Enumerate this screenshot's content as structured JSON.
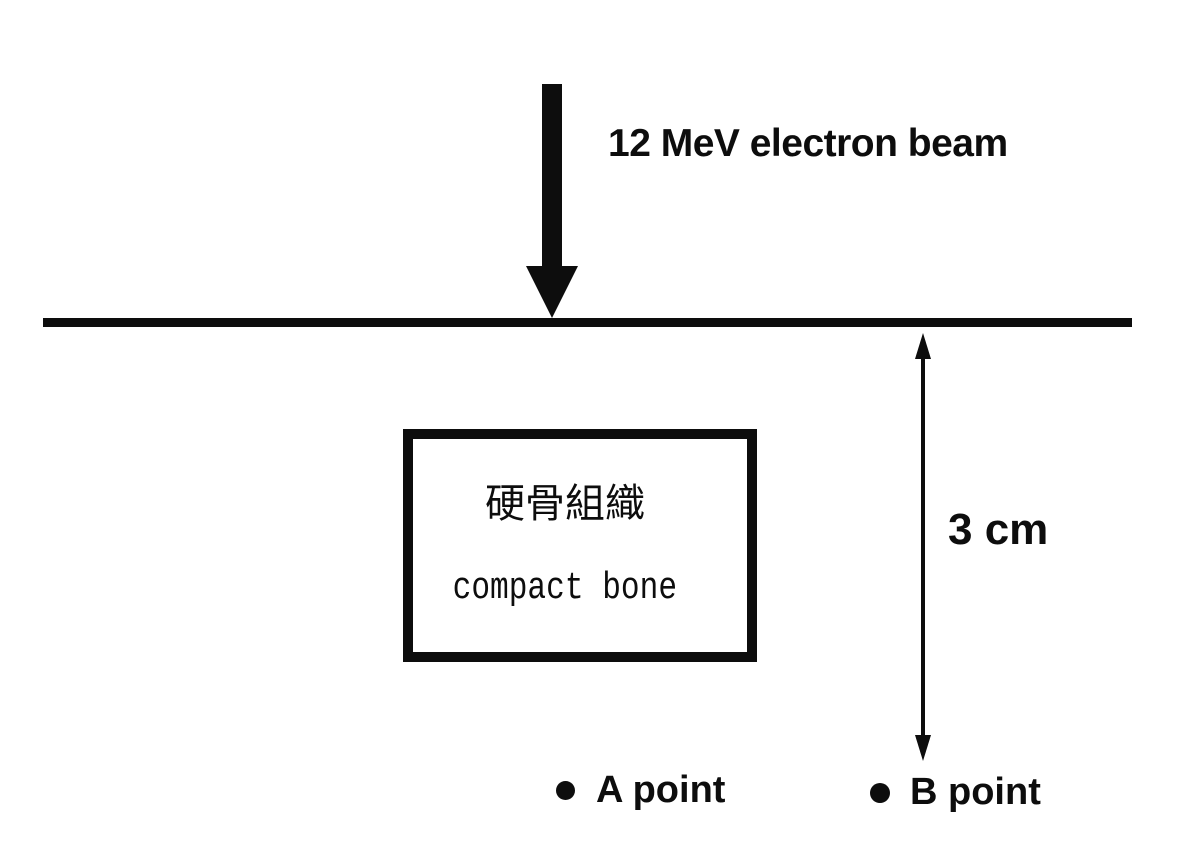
{
  "diagram": {
    "beam": {
      "label": "12 MeV electron beam"
    },
    "bone_box": {
      "label_zh": "硬骨組織",
      "label_en": "compact bone"
    },
    "dimension": {
      "label": "3 cm"
    },
    "points": [
      {
        "label": "A point"
      },
      {
        "label": "B point"
      }
    ],
    "colors": {
      "ink": "#0d0d0d",
      "background": "#ffffff"
    }
  }
}
